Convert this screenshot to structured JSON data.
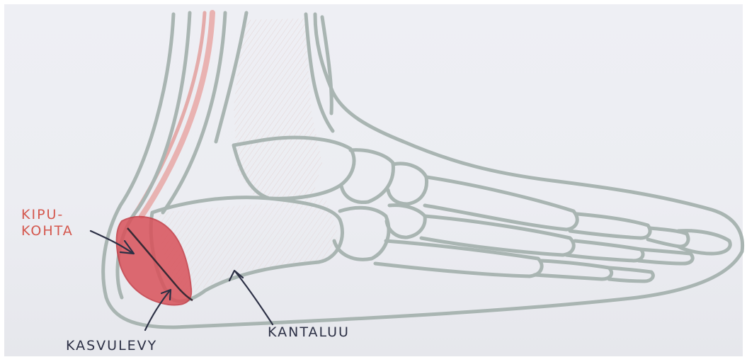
{
  "labels": {
    "pain_site_line1": "KIPU-",
    "pain_site_line2": "KOHTA",
    "growth_plate": "KASVULEVY",
    "heel_bone": "KANTALUU"
  },
  "colors": {
    "outline": "#a9b5b2",
    "pain_label": "#d4574d",
    "pain_area": "#d9525a",
    "ink": "#2c3045",
    "shading": "#dcb7b0"
  }
}
